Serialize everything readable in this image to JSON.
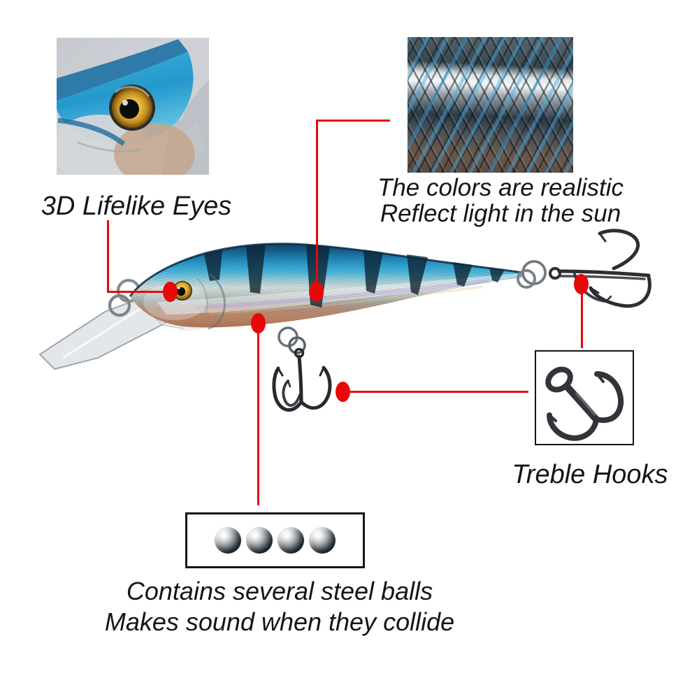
{
  "colors": {
    "accent_red": "#e80808",
    "text": "#151515",
    "box_border": "#141414",
    "page_bg": "#ffffff",
    "lure_back_blue": "#15608f",
    "lure_bright_blue": "#49b6de",
    "lure_silver": "#d7dfdd",
    "lure_belly_copper": "#c08666",
    "hook_metal": "#2b2e33"
  },
  "labels": {
    "eyes": "3D Lifelike Eyes",
    "colors_line1": "The colors are realistic",
    "colors_line2": "Reflect light in the sun",
    "hooks": "Treble Hooks",
    "balls_line1": "Contains several steel balls",
    "balls_line2": "Makes sound when they collide"
  },
  "steel_balls": {
    "count": 4
  }
}
